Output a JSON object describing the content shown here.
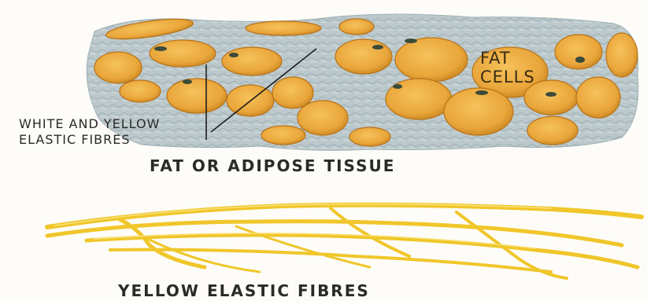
{
  "labels": {
    "fat_cells_line1": "FAT",
    "fat_cells_line2": "CELLS",
    "fibres_line1": "WHITE AND YELLOW",
    "fibres_line2": "ELASTIC FIBRES",
    "adipose_title": "FAT OR ADIPOSE TISSUE",
    "yellow_title": "YELLOW ELASTIC FIBRES"
  },
  "colors": {
    "fat_cell": "#e9a63a",
    "fat_cell_edge": "#b8731a",
    "tissue_matrix": "#b9c6c9",
    "yellow_fibre": "#f0c62a",
    "background": "#fdfcf8"
  }
}
